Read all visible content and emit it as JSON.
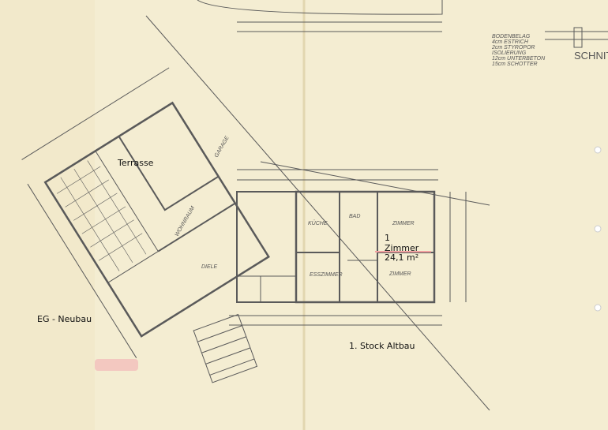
{
  "overlay_labels": {
    "terrace": "Terrasse",
    "room_count": "1",
    "room_word": "Zimmer",
    "room_area": "24,1 m²",
    "ground_floor": "EG - Neubau",
    "upper_floor": "1. Stock Altbau"
  },
  "plan_labels": {
    "living": "WOHNRAUM",
    "garage": "GARAGE",
    "hall": "DIELE",
    "kitchen": "KÜCHE",
    "bath": "BAD",
    "room_1": "ZIMMER",
    "room_2": "ZIMMER",
    "dining": "ESSZIMMER",
    "section": "SCHNIT",
    "floor_build_up": [
      "BODENBELAG",
      "4cm ESTRICH",
      "2cm STYROPOR",
      "ISOLIERUNG",
      "12cm UNTERBETON",
      "15cm SCHOTTER"
    ]
  },
  "colors": {
    "paper": "#f4edd2",
    "ink": "#5a5a5a",
    "highlight": "#f2a0a0"
  }
}
